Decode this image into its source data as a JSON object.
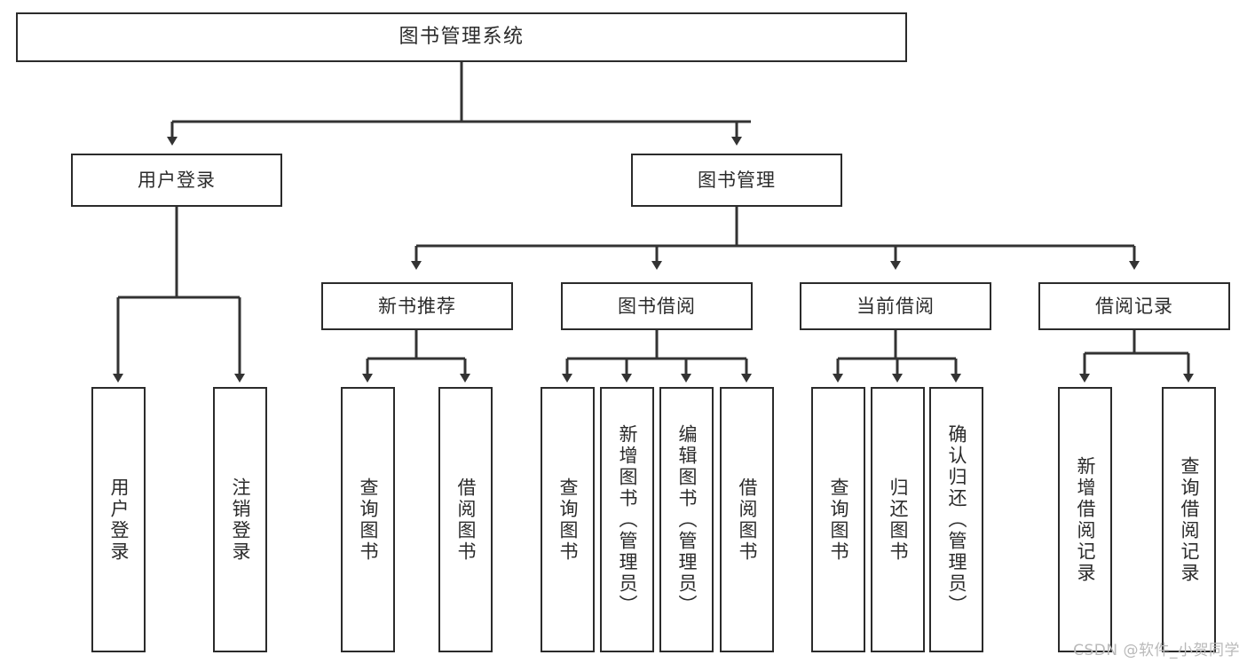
{
  "diagram": {
    "type": "tree",
    "title": "图书管理系统",
    "orientation": "top-down",
    "edge_style": "orthogonal-arrow",
    "colors": {
      "box_border": "#2b2b2b",
      "box_fill": "#ffffff",
      "edge": "#333333",
      "text": "#2b2b2b",
      "watermark": "#b9b9b9",
      "background": "#ffffff"
    },
    "root": {
      "id": "root",
      "label": "图书管理系统"
    },
    "level2": [
      {
        "id": "user-login",
        "label": "用户登录"
      },
      {
        "id": "book-manage",
        "label": "图书管理"
      }
    ],
    "level3": [
      {
        "id": "new-book-recommend",
        "label": "新书推荐",
        "parent": "book-manage"
      },
      {
        "id": "book-borrow",
        "label": "图书借阅",
        "parent": "book-manage"
      },
      {
        "id": "current-borrow",
        "label": "当前借阅",
        "parent": "book-manage"
      },
      {
        "id": "borrow-record",
        "label": "借阅记录",
        "parent": "book-manage"
      }
    ],
    "leaves": [
      {
        "id": "leaf-user-login",
        "label": "用户登录",
        "parent": "user-login"
      },
      {
        "id": "leaf-user-logout",
        "label": "注销登录",
        "parent": "user-login"
      },
      {
        "id": "leaf-query-book-1",
        "label": "查询图书",
        "parent": "new-book-recommend"
      },
      {
        "id": "leaf-borrow-book-1",
        "label": "借阅图书",
        "parent": "new-book-recommend"
      },
      {
        "id": "leaf-query-book-2",
        "label": "查询图书",
        "parent": "book-borrow"
      },
      {
        "id": "leaf-add-book",
        "label": "新增图书（管理员）",
        "parent": "book-borrow"
      },
      {
        "id": "leaf-edit-book",
        "label": "编辑图书（管理员）",
        "parent": "book-borrow"
      },
      {
        "id": "leaf-borrow-book-2",
        "label": "借阅图书",
        "parent": "book-borrow"
      },
      {
        "id": "leaf-query-book-3",
        "label": "查询图书",
        "parent": "current-borrow"
      },
      {
        "id": "leaf-return-book",
        "label": "归还图书",
        "parent": "current-borrow"
      },
      {
        "id": "leaf-confirm-return",
        "label": "确认归还（管理员）",
        "parent": "current-borrow"
      },
      {
        "id": "leaf-add-record",
        "label": "新增借阅记录",
        "parent": "borrow-record"
      },
      {
        "id": "leaf-query-record",
        "label": "查询借阅记录",
        "parent": "borrow-record"
      }
    ]
  },
  "watermark": {
    "text": "CSDN @软件_小贺同学"
  }
}
